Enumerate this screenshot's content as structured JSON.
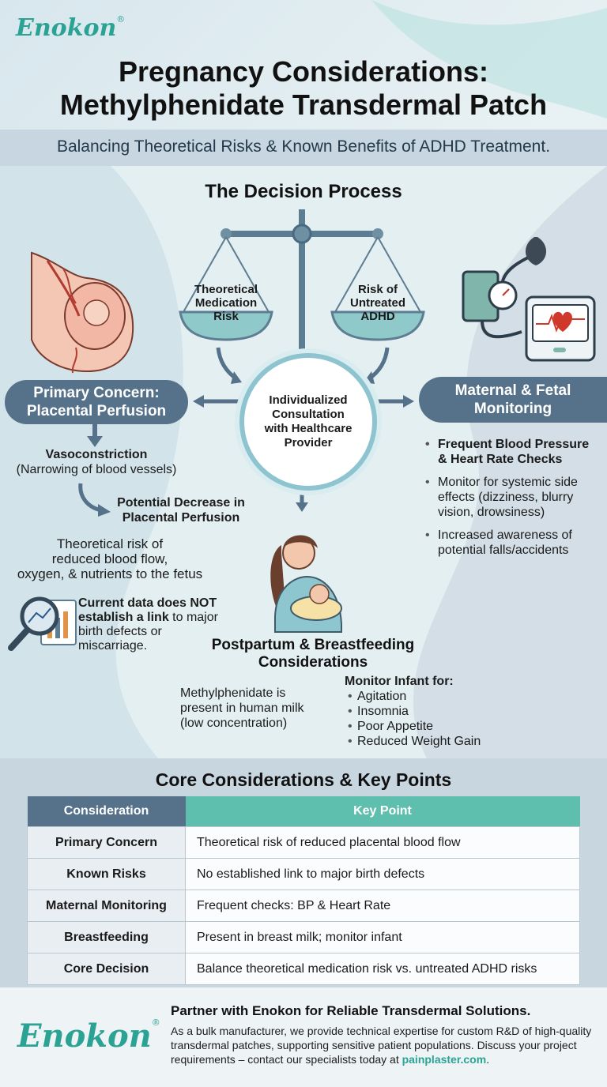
{
  "brand": {
    "name": "Enokon",
    "mark": "®"
  },
  "title": {
    "line1": "Pregnancy Considerations:",
    "line2": "Methylphenidate Transdermal Patch"
  },
  "subtitle": "Balancing Theoretical Risks & Known Benefits of ADHD Treatment.",
  "decision": {
    "heading": "The Decision Process",
    "left_pan": {
      "line1": "Theoretical",
      "line2": "Medication",
      "line3": "Risk"
    },
    "right_pan": {
      "line1": "Risk of",
      "line2": "Untreated",
      "line3": "ADHD"
    },
    "center": {
      "line1": "Individualized",
      "line2": "Consultation",
      "line3": "with Healthcare",
      "line4": "Provider"
    }
  },
  "left": {
    "pill": {
      "line1": "Primary Concern:",
      "line2": "Placental Perfusion"
    },
    "vaso_title": "Vasoconstriction",
    "vaso_desc": "(Narrowing of blood vessels)",
    "decrease": {
      "line1": "Potential Decrease in",
      "line2": "Placental Perfusion"
    },
    "risk": {
      "line1": "Theoretical risk of",
      "line2": "reduced blood flow,",
      "line3": "oxygen, & nutrients to the fetus"
    },
    "data_note": {
      "bold1": "Current data does NOT",
      "bold2": "establish a link",
      "rest1": " to major",
      "rest2": "birth defects or",
      "rest3": "miscarriage."
    }
  },
  "right": {
    "pill": {
      "line1": "Maternal & Fetal",
      "line2": "Monitoring"
    },
    "bullets": [
      {
        "bold": true,
        "text": "Frequent Blood Pressure & Heart Rate Checks"
      },
      {
        "bold": false,
        "text": "Monitor for systemic side effects (dizziness, blurry vision, drowsiness)"
      },
      {
        "bold": false,
        "text": "Increased awareness of potential falls/accidents"
      }
    ]
  },
  "postpartum": {
    "heading": {
      "line1": "Postpartum & Breastfeeding",
      "line2": "Considerations"
    },
    "milk": {
      "line1": "Methylphenidate is",
      "line2": "present in human milk",
      "line3": "(low concentration)"
    },
    "monitor_title": "Monitor Infant for:",
    "monitor_items": [
      "Agitation",
      "Insomnia",
      "Poor Appetite",
      "Reduced Weight Gain"
    ]
  },
  "core": {
    "heading": "Core Considerations & Key Points",
    "col1": "Consideration",
    "col2": "Key Point",
    "rows": [
      {
        "c": "Primary Concern",
        "k": "Theoretical risk of reduced placental blood flow"
      },
      {
        "c": "Known Risks",
        "k": "No established link to major birth defects"
      },
      {
        "c": "Maternal Monitoring",
        "k": "Frequent checks: BP & Heart Rate"
      },
      {
        "c": "Breastfeeding",
        "k": "Present in breast milk; monitor infant"
      },
      {
        "c": "Core Decision",
        "k": "Balance theoretical medication risk vs. untreated ADHD risks"
      }
    ]
  },
  "footer": {
    "heading": "Partner with Enokon for Reliable Transdermal Solutions.",
    "body": "As a bulk manufacturer, we provide technical expertise for custom R&D of high-quality transdermal patches, supporting sensitive patient populations. Discuss your project requirements – contact our specialists today at ",
    "link": "painplaster.com",
    "end": "."
  },
  "colors": {
    "accent": "#2aa394",
    "slate": "#56718a",
    "teal_header": "#5fbfae"
  }
}
